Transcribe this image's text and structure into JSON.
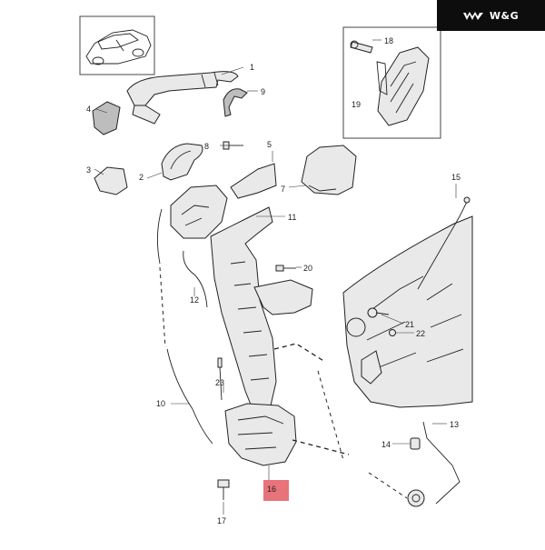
{
  "brand": {
    "name": "W&G"
  },
  "callouts": [
    {
      "id": "c1",
      "text": "1"
    },
    {
      "id": "c2",
      "text": "2"
    },
    {
      "id": "c3",
      "text": "3"
    },
    {
      "id": "c4",
      "text": "4"
    },
    {
      "id": "c5",
      "text": "5"
    },
    {
      "id": "c7",
      "text": "7"
    },
    {
      "id": "c8",
      "text": "8"
    },
    {
      "id": "c9",
      "text": "9"
    },
    {
      "id": "c10",
      "text": "10"
    },
    {
      "id": "c11",
      "text": "11"
    },
    {
      "id": "c12",
      "text": "12"
    },
    {
      "id": "c13",
      "text": "13"
    },
    {
      "id": "c14",
      "text": "14"
    },
    {
      "id": "c15",
      "text": "15"
    },
    {
      "id": "c16",
      "text": "16"
    },
    {
      "id": "c17",
      "text": "17"
    },
    {
      "id": "c18",
      "text": "18"
    },
    {
      "id": "c19",
      "text": "19"
    },
    {
      "id": "c20",
      "text": "20"
    },
    {
      "id": "c21",
      "text": "21"
    },
    {
      "id": "c22",
      "text": "22"
    },
    {
      "id": "c23",
      "text": "23"
    }
  ],
  "highlighted_part": "16",
  "colors": {
    "highlight": "#e8737b",
    "brand_bg": "#0d0d0d",
    "line": "#222222"
  }
}
